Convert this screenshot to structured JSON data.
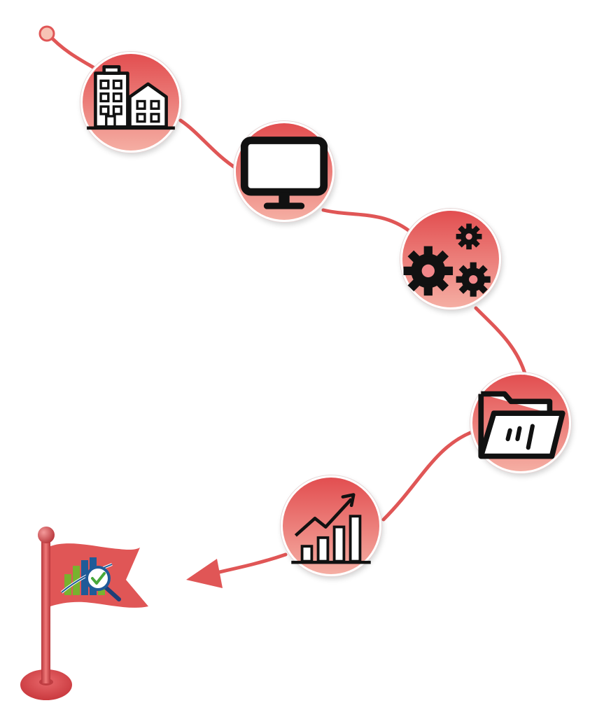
{
  "colors": {
    "path": "#e05656",
    "node_top": "#e24e50",
    "node_bottom": "#f5aea3",
    "start_dot": "#f7c3b5",
    "icon": "#111111",
    "flag": "#e05656",
    "flag_pole": "#d9494d",
    "chart_green": "#78b22e",
    "chart_blue": "#1f5b98",
    "check_green": "#48a83a"
  },
  "steps": [
    {
      "name": "step-buildings",
      "icon": "buildings-icon"
    },
    {
      "name": "step-monitor",
      "icon": "monitor-icon"
    },
    {
      "name": "step-gears",
      "icon": "gears-icon"
    },
    {
      "name": "step-folder",
      "icon": "folder-icon"
    },
    {
      "name": "step-growth",
      "icon": "growth-chart-icon"
    }
  ],
  "goal": {
    "icon": "analytics-check-icon"
  }
}
